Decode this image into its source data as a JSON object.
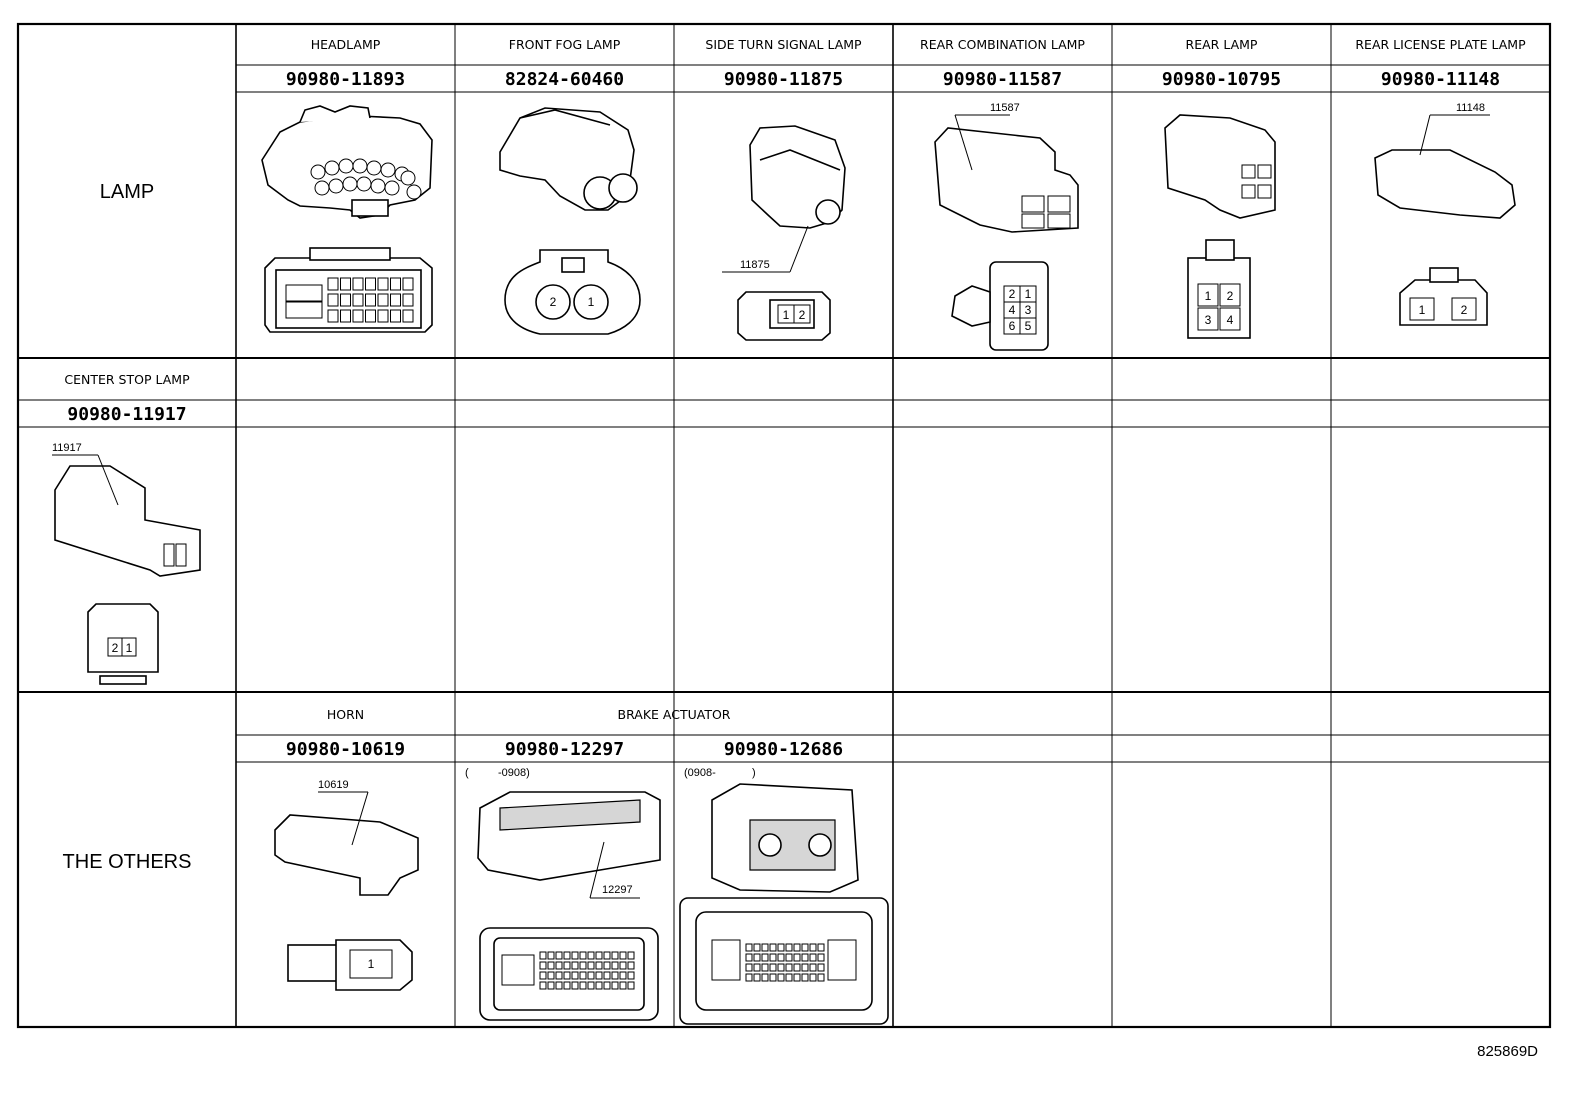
{
  "sections": {
    "lamp": "LAMP",
    "others": "THE OTHERS"
  },
  "headers": {
    "headlamp": "HEADLAMP",
    "front_fog_lamp": "FRONT FOG LAMP",
    "side_turn_signal_lamp": "SIDE TURN SIGNAL LAMP",
    "rear_combination_lamp": "REAR COMBINATION LAMP",
    "rear_lamp": "REAR LAMP",
    "rear_license_plate_lamp": "REAR LICENSE PLATE LAMP",
    "center_stop_lamp": "CENTER STOP LAMP",
    "horn": "HORN",
    "brake_actuator": "BRAKE ACTUATOR"
  },
  "part_numbers": {
    "headlamp": "90980-11893",
    "front_fog_lamp": "82824-60460",
    "side_turn_signal_lamp": "90980-11875",
    "rear_combination_lamp": "90980-11587",
    "rear_lamp": "90980-10795",
    "rear_license_plate_lamp": "90980-11148",
    "center_stop_lamp": "90980-11917",
    "horn": "90980-10619",
    "brake_actuator_a": "90980-12297",
    "brake_actuator_b": "90980-12686"
  },
  "callouts": {
    "side_turn": "11875",
    "rear_combination": "11587",
    "rear_license": "11148",
    "center_stop": "11917",
    "horn": "10619",
    "brake_a": "12297"
  },
  "date_notes": {
    "brake_a_open": "(",
    "brake_a": "-0908)",
    "brake_b": "(0908-",
    "brake_b_close": ")"
  },
  "cavities": {
    "fog": [
      "2",
      "1"
    ],
    "side_turn": [
      "1",
      "2"
    ],
    "rear_combination": [
      "2",
      "1",
      "4",
      "3",
      "6",
      "5"
    ],
    "rear_lamp": [
      "1",
      "2",
      "3",
      "4"
    ],
    "rear_license": [
      "1",
      "2"
    ],
    "center_stop": [
      "2",
      "1"
    ],
    "horn": [
      "1"
    ]
  },
  "figure_id": "825869D"
}
